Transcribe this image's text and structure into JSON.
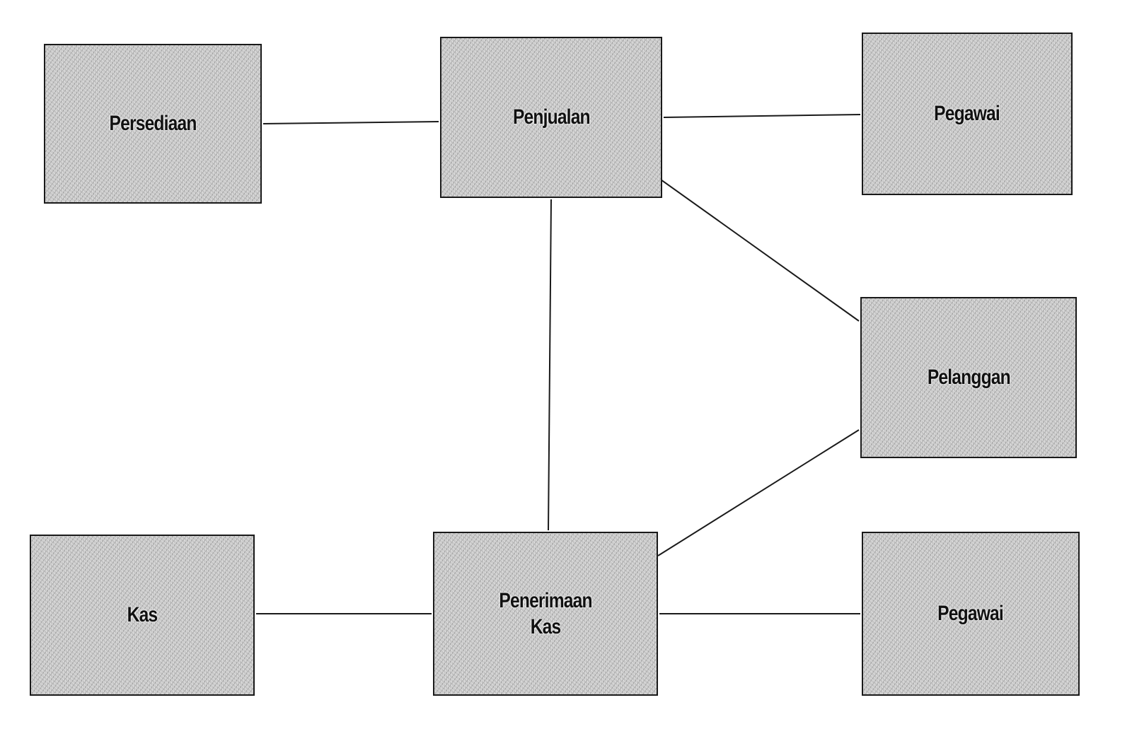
{
  "entities": {
    "persediaan": {
      "label": "Persediaan"
    },
    "penjualan": {
      "label": "Penjualan"
    },
    "pegawai_top": {
      "label": "Pegawai"
    },
    "pelanggan": {
      "label": "Pelanggan"
    },
    "kas": {
      "label": "Kas"
    },
    "penerimaan_kas": {
      "label": "Penerimaan\nKas"
    },
    "pegawai_bottom": {
      "label": "Pegawai"
    }
  },
  "relationships": [
    {
      "from": "persediaan",
      "to": "penjualan"
    },
    {
      "from": "penjualan",
      "to": "pegawai_top"
    },
    {
      "from": "penjualan",
      "to": "pelanggan"
    },
    {
      "from": "penjualan",
      "to": "penerimaan_kas"
    },
    {
      "from": "kas",
      "to": "penerimaan_kas"
    },
    {
      "from": "penerimaan_kas",
      "to": "pelanggan"
    },
    {
      "from": "penerimaan_kas",
      "to": "pegawai_bottom"
    }
  ]
}
